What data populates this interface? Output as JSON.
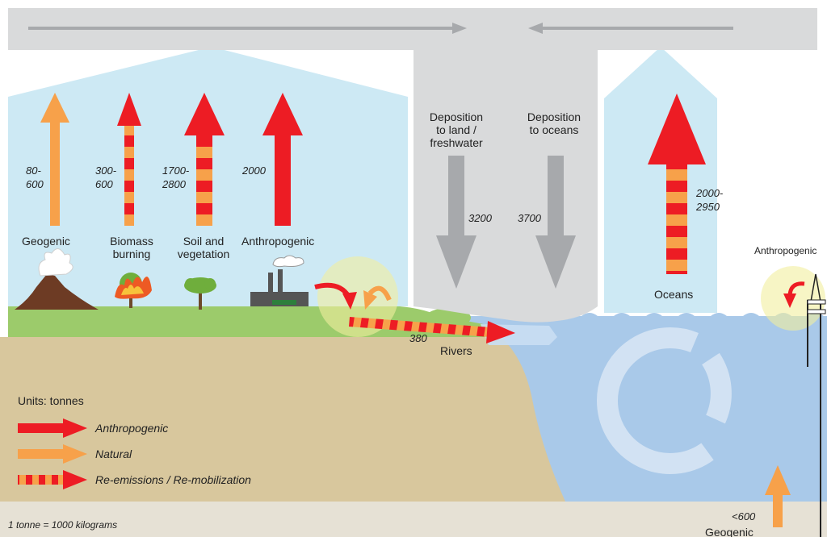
{
  "colors": {
    "anthropogenic": "#ed1c24",
    "natural": "#f7a14a",
    "deposition": "#a7a9ac",
    "sky": "#cde9f4",
    "ocean": "#a9c9e9",
    "land": "#d8c79d",
    "grass": "#9ccb6b",
    "bedrock": "#e6e1d5",
    "atmosphere_band": "#d9dadb"
  },
  "emissions": [
    {
      "label": "Geogenic",
      "value": "80-\n600",
      "type": "natural",
      "icon": "volcano-icon"
    },
    {
      "label": "Biomass\nburning",
      "value": "300-\n600",
      "type": "re-emission",
      "icon": "fire-tree-icon"
    },
    {
      "label": "Soil and\nvegetation",
      "value": "1700-\n2800",
      "type": "re-emission",
      "icon": "tree-icon"
    },
    {
      "label": "Anthropogenic",
      "value": "2000",
      "type": "anthropogenic",
      "icon": "factory-icon"
    }
  ],
  "deposition": [
    {
      "label": "Deposition\nto land /\nfreshwater",
      "value": "3200"
    },
    {
      "label": "Deposition\nto oceans",
      "value": "3700"
    }
  ],
  "oceans": {
    "label": "Oceans",
    "value": "2000-\n2950",
    "type": "re-emission"
  },
  "rivers": {
    "label": "Rivers",
    "value": "380"
  },
  "anthropogenic_ocean": {
    "label": "Anthropogenic",
    "icon": "oil-rig-icon"
  },
  "geogenic_ocean": {
    "label": "Geogenic",
    "value": "<600"
  },
  "legend": {
    "title": "Units: tonnes",
    "items": [
      {
        "label": "Anthropogenic",
        "type": "anthropogenic"
      },
      {
        "label": "Natural",
        "type": "natural"
      },
      {
        "label": "Re-emissions / Re-mobilization",
        "type": "re-emission"
      }
    ]
  },
  "footnote": "1 tonne = 1000 kilograms"
}
